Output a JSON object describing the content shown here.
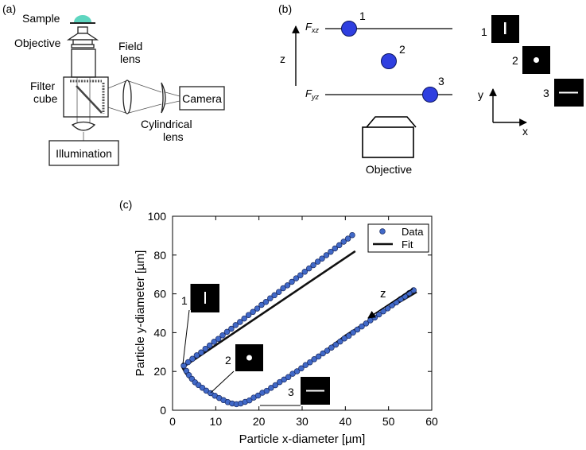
{
  "panel_a": {
    "label": "(a)",
    "sample": "Sample",
    "objective": "Objective",
    "field_lens_1": "Field",
    "field_lens_2": "lens",
    "filter_cube_1": "Filter",
    "filter_cube_2": "cube",
    "camera": "Camera",
    "cylindrical_1": "Cylindrical",
    "cylindrical_2": "lens",
    "illumination": "Illumination"
  },
  "panel_b": {
    "label": "(b)",
    "fxz_main": "F",
    "fxz_sub": "xz",
    "fyz_main": "F",
    "fyz_sub": "yz",
    "z_axis": "z",
    "points": [
      "1",
      "2",
      "3"
    ],
    "objective": "Objective",
    "thumb_labels": [
      "1",
      "2",
      "3"
    ],
    "y_axis": "y",
    "x_axis": "x",
    "point_color": "#2f3fe0"
  },
  "panel_c": {
    "label": "(c)",
    "z_label": "z",
    "inset_labels": [
      "1",
      "2",
      "3"
    ]
  },
  "chart_data": {
    "type": "scatter",
    "xlabel": "Particle x-diameter [µm]",
    "ylabel": "Particle y-diameter [µm]",
    "xlim": [
      0,
      60
    ],
    "ylim": [
      0,
      100
    ],
    "xticks": [
      0,
      10,
      20,
      30,
      40,
      50,
      60
    ],
    "yticks": [
      0,
      20,
      40,
      60,
      80,
      100
    ],
    "legend_position": "top-right",
    "grid": false,
    "series": [
      {
        "name": "Data",
        "kind": "markers",
        "color": "#4169c8",
        "x": [
          2.6,
          3.6,
          4.6,
          5.6,
          6.6,
          7.6,
          8.6,
          9.6,
          10.6,
          11.6,
          12.6,
          13.6,
          14.6,
          15.6,
          16.6,
          17.6,
          18.6,
          19.6,
          20.6,
          21.6,
          22.6,
          23.6,
          24.6,
          25.6,
          26.6,
          27.6,
          28.6,
          29.6,
          30.6,
          31.6,
          32.6,
          33.6,
          34.6,
          35.6,
          36.6,
          37.6,
          38.6,
          39.6,
          40.6,
          41.6,
          2.6,
          3.2,
          3.8,
          4.5,
          5.2,
          6.0,
          6.9,
          7.8,
          8.8,
          9.8,
          10.8,
          11.8,
          12.8,
          13.8,
          14.8,
          15.8,
          16.8,
          17.8,
          18.8,
          19.8,
          20.8,
          21.8,
          22.8,
          23.8,
          24.8,
          25.8,
          26.8,
          27.8,
          28.8,
          29.8,
          30.8,
          31.8,
          32.8,
          33.8,
          34.8,
          35.8,
          36.8,
          37.8,
          38.8,
          39.8,
          40.8,
          41.8,
          42.8,
          43.8,
          44.8,
          45.8,
          46.8,
          47.8,
          48.8,
          49.8,
          50.8,
          51.8,
          52.8,
          53.8,
          54.8,
          55.8
        ],
        "y": [
          23.0,
          24.8,
          26.5,
          28.3,
          29.8,
          31.7,
          33.4,
          35.3,
          36.8,
          38.6,
          40.4,
          42.0,
          43.9,
          45.5,
          47.3,
          49.1,
          50.7,
          52.4,
          54.3,
          55.8,
          57.7,
          59.3,
          61.0,
          62.9,
          64.4,
          66.2,
          68.0,
          69.6,
          71.4,
          73.1,
          74.8,
          76.6,
          78.2,
          79.9,
          81.7,
          83.4,
          85.1,
          86.9,
          88.5,
          90.3,
          23.0,
          20.3,
          18.1,
          16.2,
          14.4,
          13.0,
          11.6,
          10.1,
          8.8,
          7.5,
          6.3,
          5.2,
          4.2,
          3.5,
          3.1,
          3.5,
          4.3,
          5.1,
          6.5,
          7.6,
          9.0,
          10.0,
          11.5,
          12.9,
          14.5,
          15.8,
          17.1,
          18.8,
          20.1,
          21.6,
          23.3,
          24.7,
          26.3,
          27.7,
          29.3,
          30.7,
          32.3,
          33.8,
          35.4,
          37.0,
          38.4,
          40.1,
          41.6,
          43.2,
          44.7,
          46.3,
          47.8,
          49.4,
          51.0,
          52.5,
          54.1,
          55.6,
          57.3,
          58.7,
          60.4,
          61.9
        ]
      },
      {
        "name": "Fit",
        "kind": "line",
        "color": "#111111",
        "x": [
          42.3,
          2.3,
          3.0,
          4.0,
          6.0,
          8.0,
          10.0,
          12.0,
          14.0,
          15.2,
          16.5,
          18.0,
          20.0,
          25.0,
          30.0,
          35.0,
          40.0,
          45.0,
          50.0,
          56.5
        ],
        "y": [
          82.0,
          22.0,
          19.2,
          16.5,
          12.8,
          10.3,
          7.8,
          5.5,
          3.8,
          3.3,
          3.8,
          5.2,
          7.8,
          14.5,
          22.0,
          30.0,
          38.5,
          45.5,
          52.5,
          61.0
        ]
      }
    ]
  }
}
